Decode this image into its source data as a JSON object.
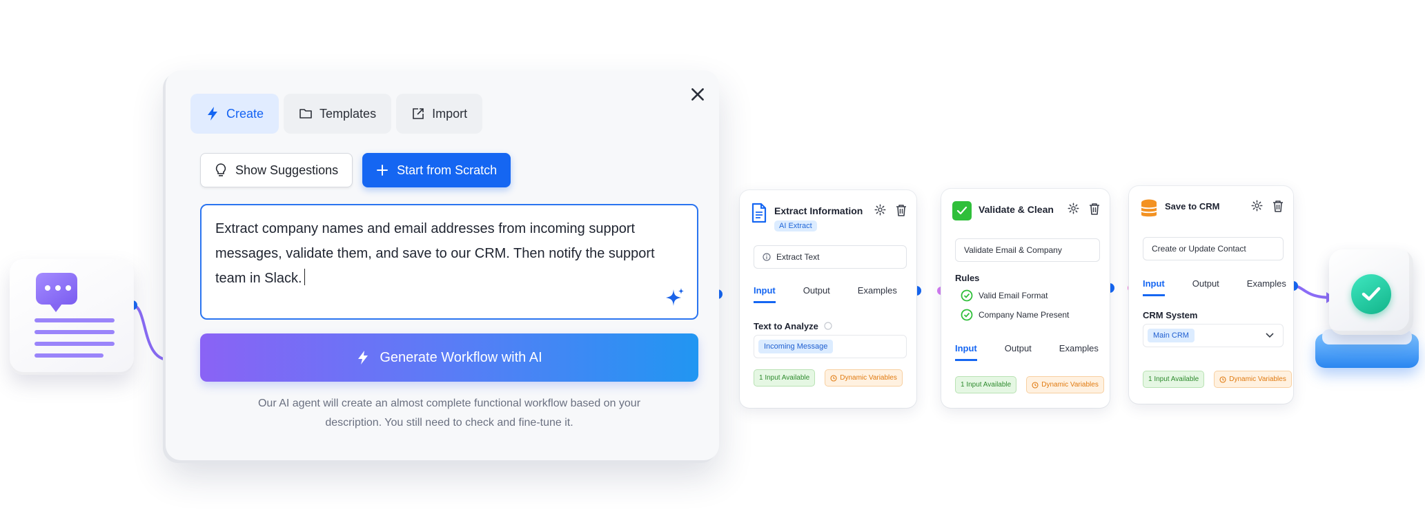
{
  "dialog": {
    "tabs": [
      {
        "label": "Create",
        "icon": "bolt-icon"
      },
      {
        "label": "Templates",
        "icon": "folder-icon"
      },
      {
        "label": "Import",
        "icon": "import-icon"
      }
    ],
    "suggestions_label": "Show Suggestions",
    "scratch_label": "Start from Scratch",
    "prompt_text": "Extract company names and email addresses from incoming support messages, validate them, and save to our CRM. Then notify the support team in Slack.",
    "generate_label": "Generate Workflow with AI",
    "helper_line1": "Our AI agent will create an almost complete functional workflow based on your",
    "helper_line2": "description. You still need to check and fine-tune it."
  },
  "nodes": {
    "extract": {
      "title": "Extract Information",
      "badge": "AI Extract",
      "input": "Extract Text",
      "tabs": [
        "Input",
        "Output",
        "Examples"
      ],
      "field_label": "Text to Analyze",
      "chip": "Incoming Message",
      "pill_inputs": "1 Input Available",
      "pill_vars": "Dynamic Variables"
    },
    "validate": {
      "title": "Validate & Clean",
      "input": "Validate Email & Company",
      "rules_label": "Rules",
      "rules": [
        "Valid Email Format",
        "Company Name Present"
      ],
      "tabs": [
        "Input",
        "Output",
        "Examples"
      ],
      "pill_inputs": "1 Input Available",
      "pill_vars": "Dynamic Variables"
    },
    "save": {
      "title": "Save to CRM",
      "input": "Create or Update Contact",
      "tabs": [
        "Input",
        "Output",
        "Examples"
      ],
      "field_label": "CRM System",
      "chip": "Main CRM",
      "pill_inputs": "1 Input Available",
      "pill_vars": "Dynamic Variables"
    }
  },
  "colors": {
    "accent": "#1566f2",
    "connector": "#8b6cf6",
    "success": "#12b48a"
  }
}
